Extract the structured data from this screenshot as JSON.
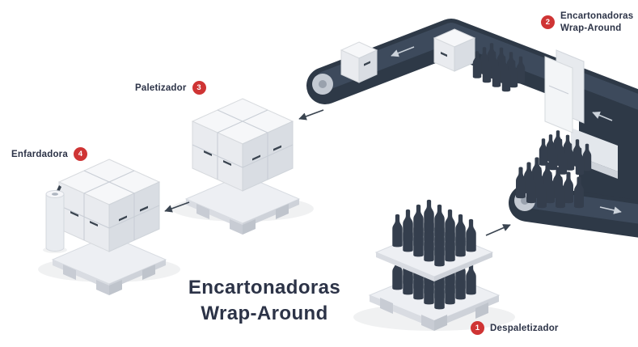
{
  "page": {
    "background": "#ffffff"
  },
  "title": {
    "line1": "Encartonadoras",
    "line2": "Wrap-Around"
  },
  "stations": {
    "despaletizador": {
      "number": "1",
      "label": "Despaletizador"
    },
    "encartonadoras_wrap_around": {
      "number": "2",
      "label_line1": "Encartonadoras",
      "label_line2": "Wrap-Around"
    },
    "paletizador": {
      "number": "3",
      "label": "Paletizador"
    },
    "enfardadora": {
      "number": "4",
      "label": "Enfardadora"
    }
  },
  "colors": {
    "badge_red": "#cf3434",
    "conveyor_dark": "#2e3947",
    "bottle_dark": "#343e4d",
    "title_text": "#2c3347"
  },
  "icons": {
    "station_badge": "numbered-red-circle",
    "flow_arrow": "direction-arrow"
  }
}
